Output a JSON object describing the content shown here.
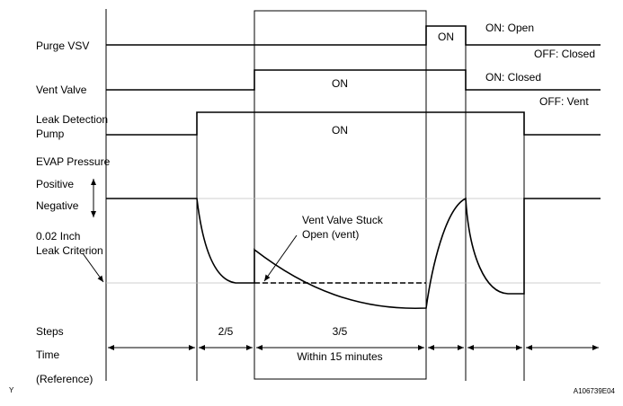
{
  "diagram": {
    "rows": {
      "purge_vsv": "Purge VSV",
      "vent_valve": "Vent Valve",
      "leak_pump_line1": "Leak Detection",
      "leak_pump_line2": "Pump",
      "evap_pressure": "EVAP Pressure",
      "positive": "Positive",
      "negative": "Negative",
      "leak_criterion_line1": "0.02 Inch",
      "leak_criterion_line2": "Leak Criterion",
      "steps": "Steps",
      "time": "Time",
      "reference": "(Reference)"
    },
    "state_labels": {
      "purge_on": "ON",
      "vent_on": "ON",
      "pump_on": "ON",
      "purge_on_meaning": "ON: Open",
      "purge_off_meaning": "OFF: Closed",
      "vent_on_meaning": "ON: Closed",
      "vent_off_meaning": "OFF: Vent"
    },
    "annotation_line1": "Vent Valve Stuck",
    "annotation_line2": "Open (vent)",
    "steps": [
      "2/5",
      "3/5"
    ],
    "time_window": "Within 15 minutes",
    "corner_left": "Y",
    "figure_id": "A106739E04"
  }
}
